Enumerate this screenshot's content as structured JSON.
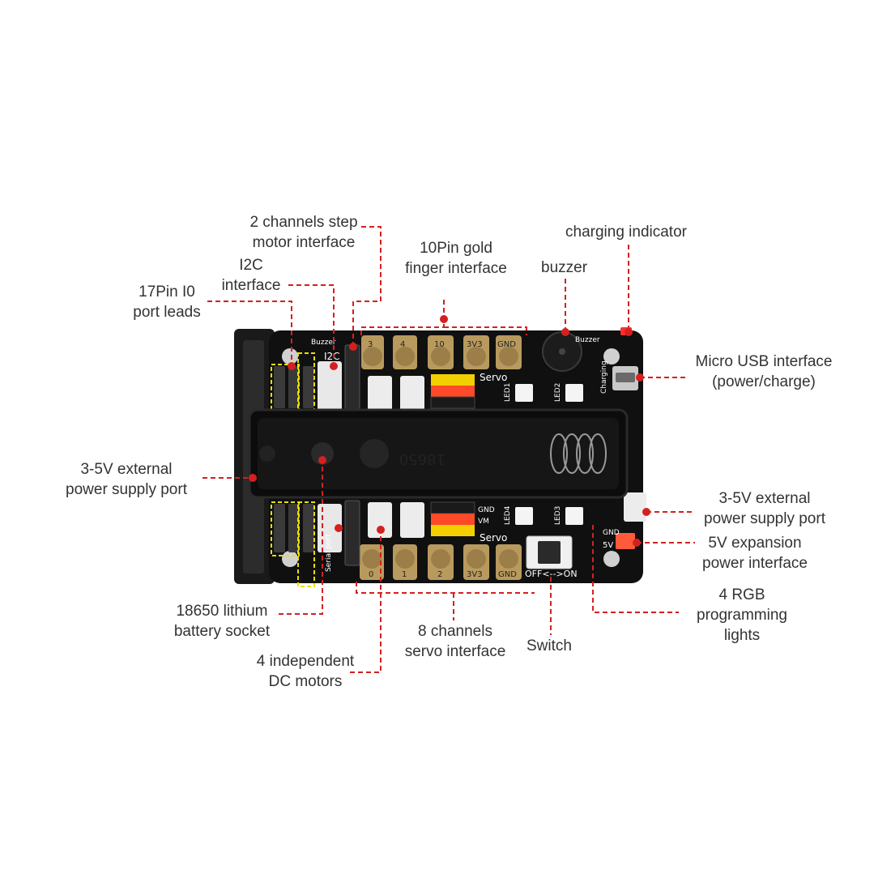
{
  "labels": {
    "step_motor": [
      "2 channels step",
      "motor interface"
    ],
    "gold_finger": [
      "10Pin gold",
      "finger interface"
    ],
    "charging_indicator": "charging indicator",
    "buzzer": "buzzer",
    "i2c": [
      "I2C",
      "interface"
    ],
    "pin_io": [
      "17Pin I0",
      "port leads"
    ],
    "micro_usb": [
      "Micro USB interface",
      "(power/charge)"
    ],
    "ext_power_left": [
      "3-5V external",
      "power supply port"
    ],
    "ext_power_right": [
      "3-5V external",
      "power supply port"
    ],
    "expansion_5v": [
      "5V expansion",
      "power interface"
    ],
    "rgb_lights": [
      "4 RGB",
      "programming",
      "lights"
    ],
    "battery_socket": [
      "18650 lithium",
      "battery socket"
    ],
    "dc_motors": [
      "4 independent",
      "DC motors"
    ],
    "servo": [
      "8 channels",
      "servo interface"
    ],
    "switch": "Switch"
  },
  "board": {
    "buzzer_silk": "Buzzer",
    "buzzer_silk_right": "Buzzer",
    "i2c_silk": "I2C",
    "servo_top": "Servo",
    "servo_bottom": "Servo",
    "top_pads": [
      "3",
      "4",
      "10",
      "3V3",
      "GND"
    ],
    "bottom_pads": [
      "0",
      "1",
      "2",
      "3V3",
      "GND"
    ],
    "led_labels": [
      "LED1",
      "LED2",
      "LED3",
      "LED4"
    ],
    "charging_silk": "Charging",
    "serial_port_silk": "Serial port",
    "gnd_silk": "GND",
    "vm_silk": "VM",
    "gnd_small": "GND",
    "five_v": "5V",
    "switch_silk": "OFF<-->ON",
    "battery_text": "18650"
  },
  "colors": {
    "annotation": "#d42020",
    "highlight": "#e8e000",
    "board": "#111111",
    "gold": "#b99a5e"
  }
}
